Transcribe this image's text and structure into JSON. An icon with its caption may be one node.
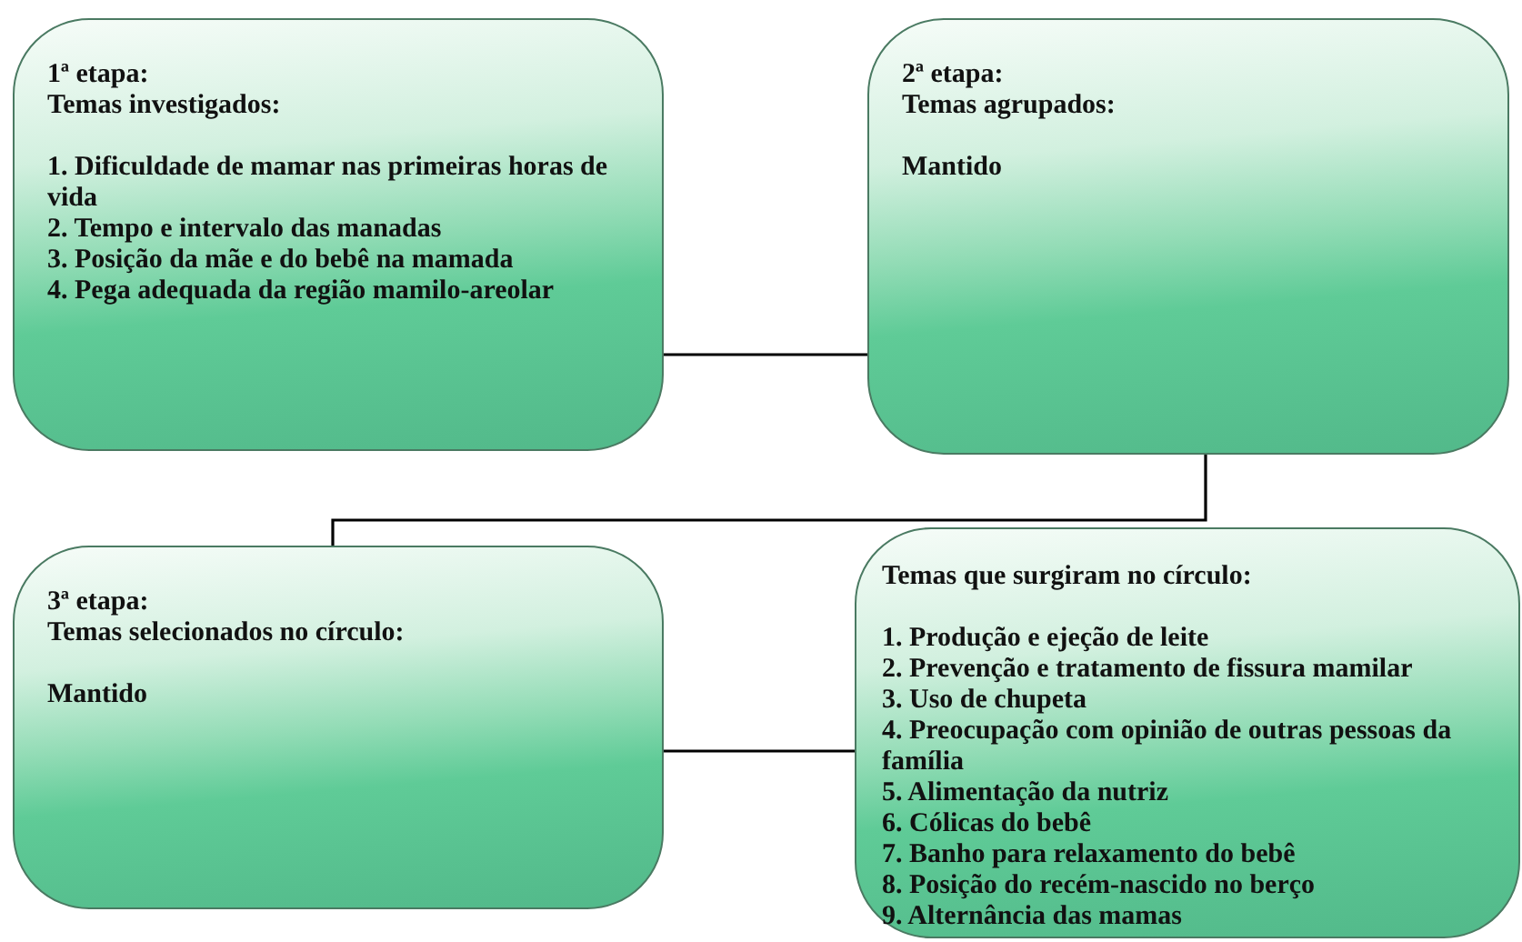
{
  "diagram": {
    "nodes": [
      {
        "text": [
          "1ª etapa:",
          "Temas investigados:",
          "1. Dificuldade de mamar nas primeiras horas de vida",
          "2. Tempo e intervalo das manadas",
          "3. Posição da mãe e do bebê na mamada",
          "4. Pega adequada da região mamilo-areolar"
        ]
      },
      {
        "text": [
          "2ª etapa:",
          "Temas agrupados:",
          "Mantido"
        ]
      },
      {
        "text": [
          "3ª etapa:",
          "Temas selecionados no círculo:",
          "Mantido"
        ]
      },
      {
        "text": [
          "Temas que surgiram no círculo:",
          "1. Produção e ejeção de leite",
          "2. Prevenção e tratamento de fissura mamilar",
          "3. Uso de chupeta",
          "4. Preocupação com opinião de outras pessoas da família",
          "5. Alimentação da nutriz",
          "6. Cólicas do bebê",
          "7. Banho para relaxamento do bebê",
          "8. Posição do recém-nascido no berço",
          "9. Alternância das mamas"
        ]
      }
    ],
    "edges": [
      {
        "from": 0,
        "to": 1,
        "arrow": "none"
      },
      {
        "from": 1,
        "to": 2,
        "arrow": "none"
      },
      {
        "from": 2,
        "to": 3,
        "arrow": "none"
      }
    ]
  }
}
